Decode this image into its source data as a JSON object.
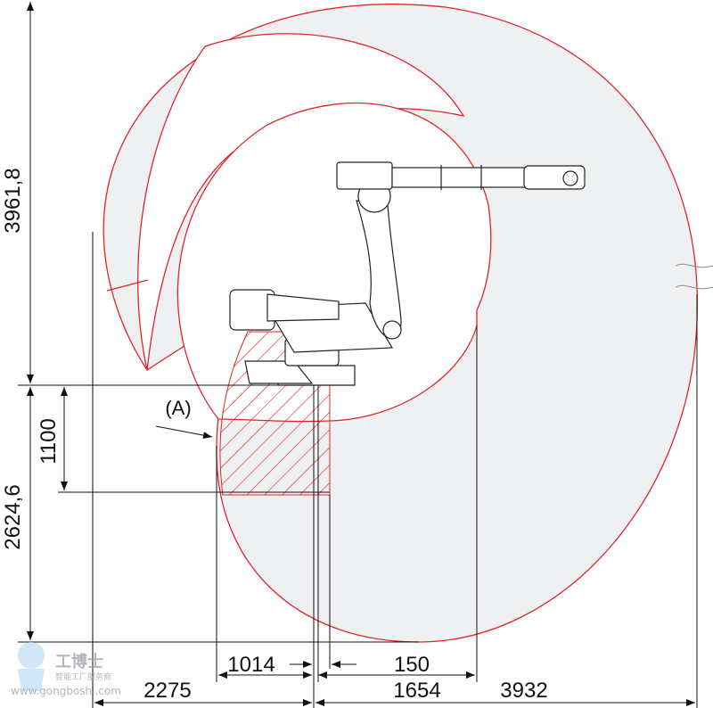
{
  "dimensions": {
    "height_upper": "3961,8",
    "height_lower": "2624,6",
    "height_1100": "1100",
    "width_2275": "2275",
    "width_1014": "1014",
    "width_150": "150",
    "width_1654": "1654",
    "width_3932": "3932"
  },
  "annotation_A": "(A)",
  "watermark": {
    "brand": "工博士",
    "tagline": "智能工厂服务商",
    "url": "www.gongboshi.com"
  },
  "colors": {
    "envelope": "#e0262a",
    "region_fill": "#eef0f2",
    "lines": "#111111"
  }
}
